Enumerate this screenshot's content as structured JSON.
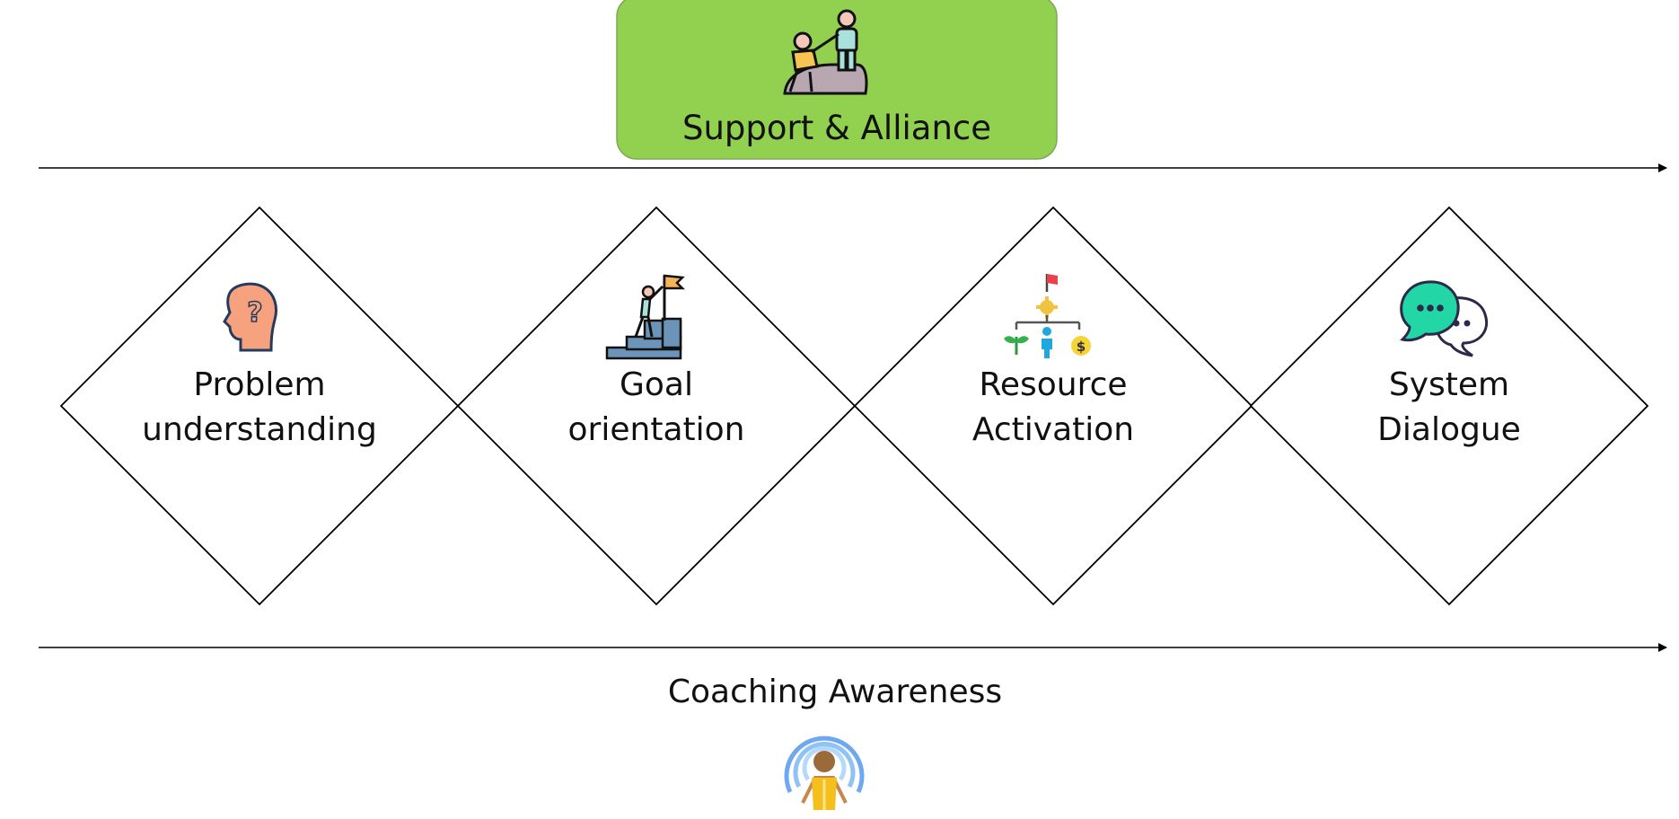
{
  "header": {
    "title": "Support & Alliance",
    "icon": "helping-hand-climb-icon",
    "box_color": "#92d050",
    "box_border": "#7fa95a"
  },
  "stages": [
    {
      "id": "problem",
      "line1": "Problem",
      "line2": "understanding",
      "icon": "head-question-icon"
    },
    {
      "id": "goal",
      "line1": "Goal",
      "line2": "orientation",
      "icon": "climber-flag-icon"
    },
    {
      "id": "resource",
      "line1": "Resource",
      "line2": "Activation",
      "icon": "resource-network-icon"
    },
    {
      "id": "system",
      "line1": "System",
      "line2": "Dialogue",
      "icon": "speech-bubbles-icon"
    }
  ],
  "footer": {
    "title": "Coaching Awareness",
    "icon": "aware-person-icon"
  }
}
